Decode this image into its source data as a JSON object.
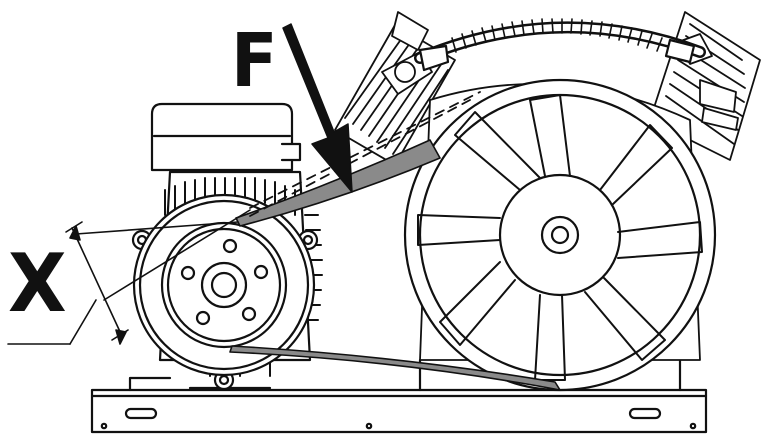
{
  "diagram": {
    "labels": {
      "force": "F",
      "deflection": "X"
    },
    "colors": {
      "line": "#111111",
      "belt": "#8a8a8a",
      "background": "#ffffff"
    },
    "parts": [
      "base-plate",
      "electric-motor",
      "motor-pulley",
      "compressor-flywheel",
      "compressor-head-left",
      "compressor-head-right",
      "transfer-pipe",
      "drive-belt",
      "force-arrow",
      "deflection-marker"
    ]
  }
}
